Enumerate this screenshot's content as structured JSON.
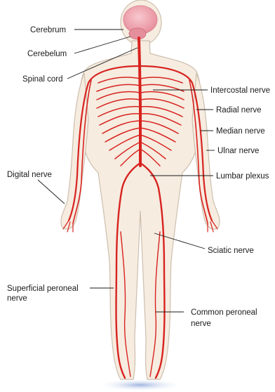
{
  "labels": {
    "cerebrum": "Cerebrum",
    "cerebelum": "Cerebelum",
    "spinal_cord": "Spinal cord",
    "intercostal_nerve": "Intercostal nerve",
    "radial_nerve": "Radial nerve",
    "median_nerve": "Median nerve",
    "ulnar_nerve": "Ulnar nerve",
    "digital_nerve": "Digital nerve",
    "lumbar_plexus": "Lumbar plexus",
    "sciatic_nerve": "Sciatic nerve",
    "superficial_peroneal_nerve_line1": "Superficial peroneal",
    "superficial_peroneal_nerve_line2": "nerve",
    "common_peroneal_nerve_line1": "Common peroneal",
    "common_peroneal_nerve_line2": "nerve"
  },
  "colors": {
    "nerve": "#d8231f",
    "skin": "#f6ece0",
    "skin_outline": "#cdbfae",
    "brain": "#f0aab4",
    "label_text": "#1a1a1a",
    "floor": "#c9d6ee"
  }
}
